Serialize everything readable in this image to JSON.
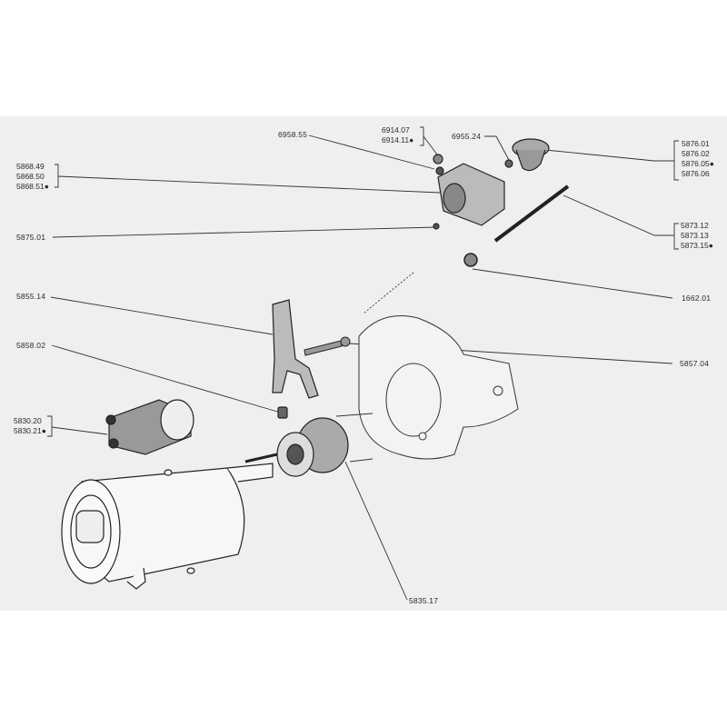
{
  "diagram": {
    "title": "",
    "callouts": {
      "c6958_55": "6958.55",
      "c6914": [
        "6914.07",
        "6914.11●"
      ],
      "c6955_24": "6955.24",
      "c5876": [
        "5876.01",
        "5876.02",
        "5876.05●",
        "5876.06"
      ],
      "c5868": [
        "5868.49",
        "5868.50",
        "5868.51●"
      ],
      "c5875_01": "5875.01",
      "c5873": [
        "5873.12",
        "5873.13",
        "5873.15●"
      ],
      "c1662_01": "1662.01",
      "c5855_14": "5855.14",
      "c5857_04": "5857.04",
      "c5858_02": "5858.02",
      "c5830": [
        "5830.20",
        "5830.21●"
      ],
      "c5835_17": "5835.17"
    }
  }
}
